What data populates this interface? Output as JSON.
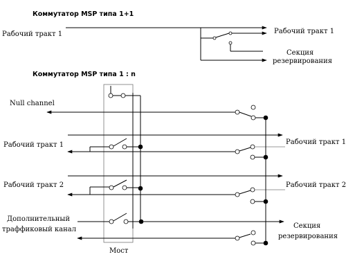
{
  "section1": {
    "title": "Коммутатор MSP типа 1+1",
    "input_label": "Рабочий тракт 1",
    "output_work_label": "Рабочий тракт 1",
    "output_reserve_label_line1": "Секция",
    "output_reserve_label_line2": "резервирования"
  },
  "section2": {
    "title": "Коммутатор MSP типа 1 : n",
    "null_channel_label": "Null channel",
    "left_work1_label": "Рабочий тракт 1",
    "left_work2_label": "Рабочий тракт 2",
    "left_extra_line1": "Дополнительный",
    "left_extra_line2": "траффиковый канал",
    "right_work1_label": "Рабочий тракт 1",
    "right_work2_label": "Рабочий тракт 2",
    "right_reserve_line1": "Секция",
    "right_reserve_line2": "резервирования",
    "bridge_label": "Мост"
  },
  "colors": {
    "line": "#000000",
    "box": "#777777",
    "background": "#ffffff"
  }
}
